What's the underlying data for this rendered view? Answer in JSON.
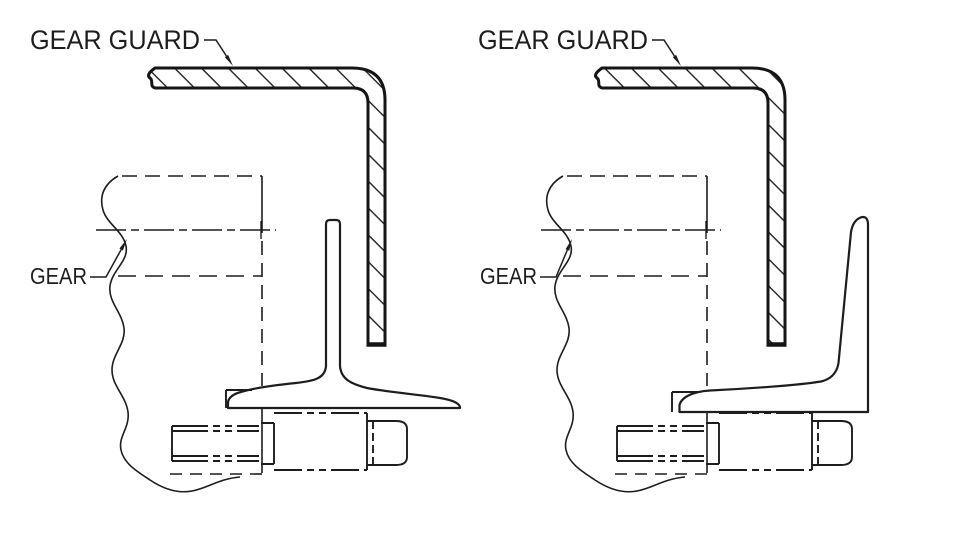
{
  "figure": {
    "background_color": "#ffffff",
    "line_color": "#1d1d1d",
    "panels": [
      {
        "guard_label": "GEAR GUARD",
        "gear_label": "GEAR"
      },
      {
        "guard_label": "GEAR GUARD",
        "gear_label": "GEAR"
      }
    ]
  }
}
